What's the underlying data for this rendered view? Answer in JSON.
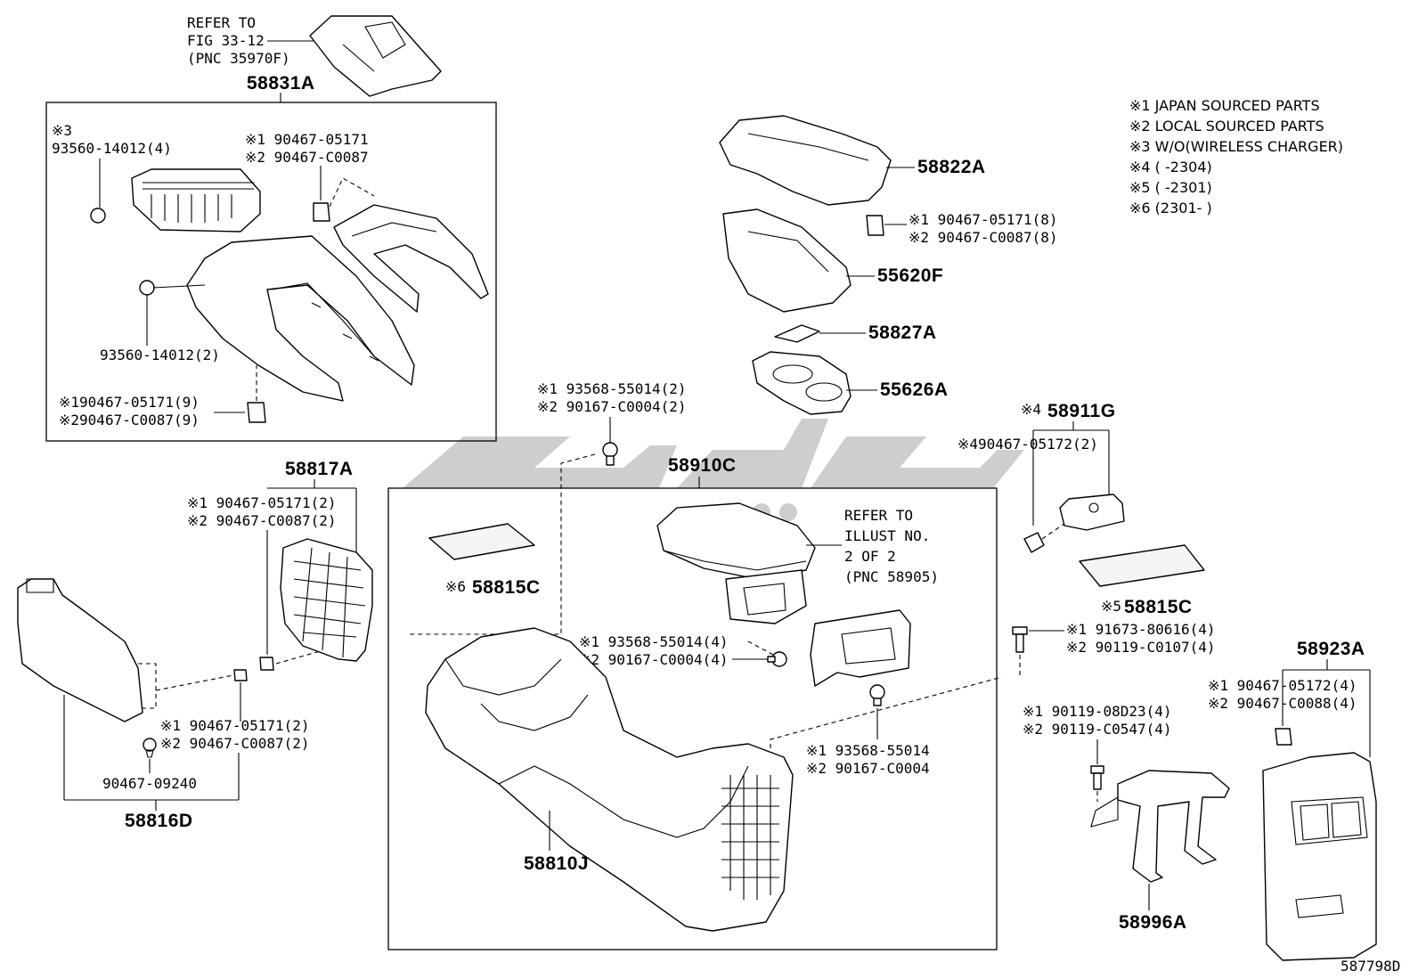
{
  "diagram_id": "587798D",
  "notes": [
    "※1 JAPAN SOURCED PARTS",
    "※2 LOCAL SOURCED PARTS",
    "※3 W/O(WIRELESS CHARGER)",
    "※4 (      -2304)",
    "※5 (      -2301)",
    "※6 (2301-      )"
  ],
  "refer_fig": [
    "REFER TO",
    "FIG 33-12",
    "(PNC 35970F)"
  ],
  "refer_illust": [
    "REFER TO",
    "ILLUST NO.",
    "2 OF 2",
    "(PNC 58905)"
  ],
  "parts": {
    "p58831A": "58831A",
    "p58822A": "58822A",
    "p55620F": "55620F",
    "p58827A": "58827A",
    "p55626A": "55626A",
    "p58911G": "58911G",
    "p58817A": "58817A",
    "p58910C": "58910C",
    "p58815C_left": "58815C",
    "p58815C_right": "58815C",
    "p58816D": "58816D",
    "p58810J": "58810J",
    "p58923A": "58923A",
    "p58996A": "58996A"
  },
  "fasteners": {
    "f1": [
      "※3",
      "93560-14012(4)"
    ],
    "f2": [
      "※1 90467-05171",
      "※2 90467-C0087"
    ],
    "f3": [
      "93560-14012(2)"
    ],
    "f4": [
      "※190467-05171(9)",
      "※290467-C0087(9)"
    ],
    "f5": [
      "※1 90467-05171(8)",
      "※2 90467-C0087(8)"
    ],
    "f6": [
      "※1 93568-55014(2)",
      "※2 90167-C0004(2)"
    ],
    "f7": [
      "※490467-05172(2)"
    ],
    "f8": [
      "※1 90467-05171(2)",
      "※2 90467-C0087(2)"
    ],
    "f9": [
      "※1 93568-55014(4)",
      "※2 90167-C0004(4)"
    ],
    "f10": [
      "※1 91673-80616(4)",
      "※2 90119-C0107(4)"
    ],
    "f11": [
      "※1 90467-05171(2)",
      "※2 90467-C0087(2)"
    ],
    "f12": [
      "90467-09240"
    ],
    "f13": [
      "※1 93568-55014",
      "※2 90167-C0004"
    ],
    "f14": [
      "※1 90467-05172(4)",
      "※2 90467-C0088(4)"
    ],
    "f15": [
      "※1 90119-08D23(4)",
      "※2 90119-C0547(4)"
    ]
  },
  "mark_4": "※4",
  "mark_5": "※5",
  "mark_6": "※6"
}
